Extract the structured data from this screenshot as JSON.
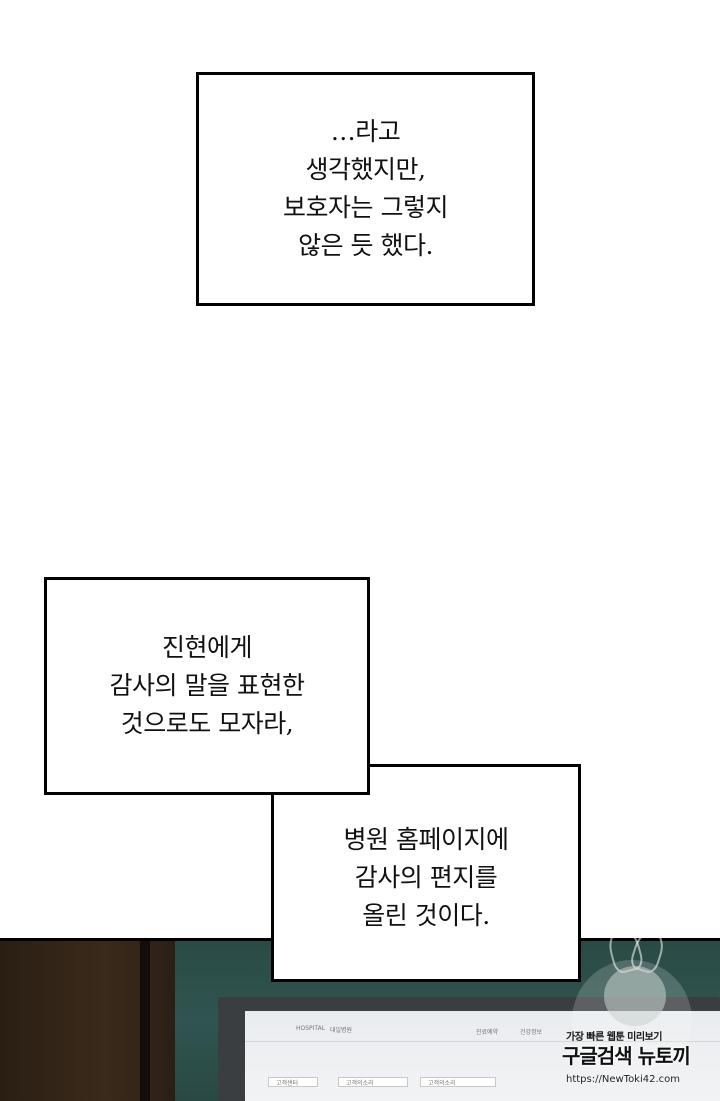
{
  "panel1": {
    "lines": [
      "…라고",
      "생각했지만,",
      "보호자는 그렇지",
      "않은 듯 했다."
    ]
  },
  "panel2": {
    "lines": [
      "진현에게",
      "감사의 말을 표현한",
      "것으로도 모자라,"
    ]
  },
  "panel3": {
    "lines": [
      "병원 홈페이지에",
      "감사의 편지를",
      "올린 것이다."
    ]
  },
  "screen": {
    "logo": "HOSPITAL",
    "brand": "대일병원",
    "nav": [
      "진료예약",
      "건강정보"
    ],
    "fields": [
      "고객센터",
      "고객의소리",
      "고객의소리"
    ]
  },
  "watermark": {
    "tagline": "가장 빠른 웹툰 미리보기",
    "brand": "구글검색 뉴토끼",
    "url": "https://NewToki42.com"
  }
}
